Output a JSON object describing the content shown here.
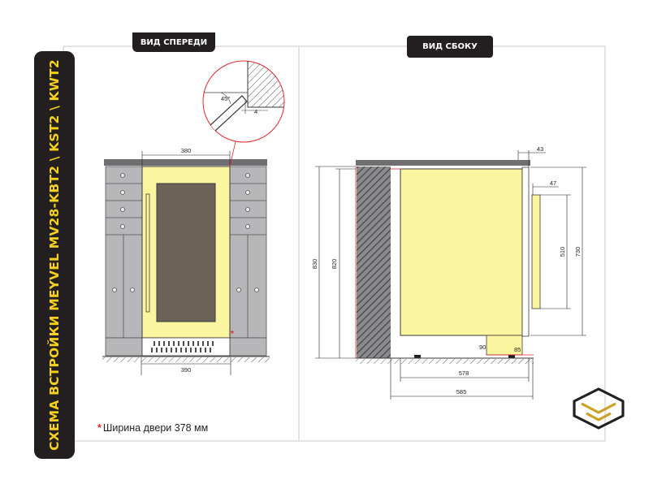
{
  "side_title": "СХЕМА ВСТРОЙКИ MEYVEL MV28-KBT2 \\ KST2 \\ KWT2",
  "tabs": {
    "front": "ВИД СПЕРЕДИ",
    "side": "ВИД СБОКУ"
  },
  "footnote": {
    "marker": "*",
    "text": "Ширина двери 378 мм"
  },
  "front_view": {
    "dims": {
      "top_width": "380",
      "bottom_width": "390",
      "detail_angle": "45°",
      "detail_gap": "4"
    }
  },
  "side_view": {
    "dims": {
      "total_height": "830",
      "niche_height": "820",
      "top_overhang": "43",
      "handle_offset": "47",
      "handle_height": "510",
      "door_height": "730",
      "foot_height": "90",
      "foot_depth": "85",
      "depth_578": "578",
      "depth_585": "585"
    }
  },
  "colors": {
    "appliance_fill": "#fbf59f",
    "appliance_outline": "#3a3a3a",
    "cabinet_fill": "#b7b7b9",
    "countertop": "#6f6f71",
    "accent_red": "#e4282d",
    "title_bar": "#231f20",
    "title_text": "#f5d11a",
    "frame": "#c9c9c9",
    "logo_gold": "#c9a227"
  },
  "icons": {
    "logo": "meyvel-logo-icon"
  }
}
